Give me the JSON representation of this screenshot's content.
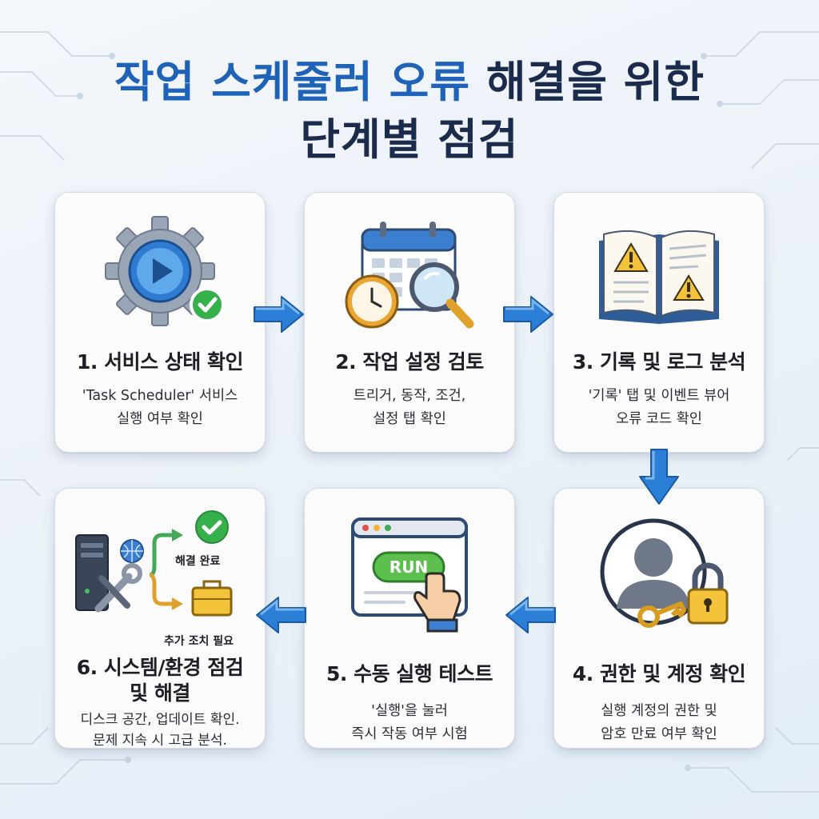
{
  "title": {
    "line1_blue": "작업 스케줄러 오류",
    "line1_dark": "해결을 위한",
    "line2": "단계별 점검"
  },
  "steps": [
    {
      "title": "1. 서비스 상태 확인",
      "desc": [
        "'Task Scheduler' 서비스",
        "실행 여부 확인"
      ],
      "icon": "gear-play-check-icon"
    },
    {
      "title": "2. 작업 설정 검토",
      "desc": [
        "트리거, 동작, 조건,",
        "설정 탭 확인"
      ],
      "icon": "calendar-clock-magnifier-icon"
    },
    {
      "title": "3. 기록 및 로그 분석",
      "desc": [
        "'기록' 탭 및 이벤트 뷰어",
        "오류 코드 확인"
      ],
      "icon": "log-book-warning-icon"
    },
    {
      "title": "4. 권한 및 계정 확인",
      "desc": [
        "실행 계정의 권한 및",
        "암호 만료 여부 확인"
      ],
      "icon": "user-lock-key-icon"
    },
    {
      "title": "5. 수동 실행 테스트",
      "desc": [
        "'실행'을 눌러",
        "즉시 작동 여부 시험"
      ],
      "icon": "run-window-click-icon",
      "run_label": "RUN"
    },
    {
      "title": "6. 시스템/환경 점검",
      "title2": "및 해결",
      "desc": [
        "디스크 공간, 업데이트 확인.",
        "문제 지속 시 고급 분석."
      ],
      "icon": "server-tools-branch-icon",
      "branch_labels": {
        "resolved": "해결 완료",
        "further": "추가 조치 필요"
      }
    }
  ],
  "colors": {
    "title_blue": "#1f63b8",
    "title_dark": "#1b2b4b",
    "arrow_blue": "#2b7fd6",
    "check_green": "#35b04a",
    "warning_yellow": "#f3c43a"
  }
}
